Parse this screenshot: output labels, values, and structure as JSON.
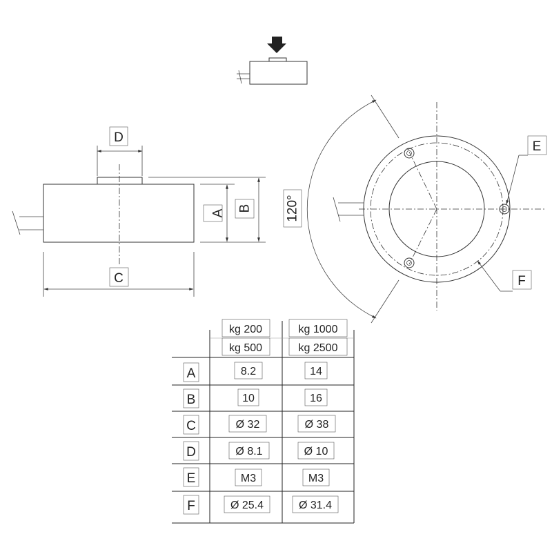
{
  "diagram": {
    "labels": {
      "D": "D",
      "A": "A",
      "B": "B",
      "C": "C",
      "E": "E",
      "F": "F",
      "angle": "120°"
    }
  },
  "table": {
    "headers": [
      {
        "line1": "kg 200",
        "line2": "kg 500"
      },
      {
        "line1": "kg 1000",
        "line2": "kg 2500"
      }
    ],
    "rows": [
      {
        "label": "A",
        "v1": "8.2",
        "v2": "14"
      },
      {
        "label": "B",
        "v1": "10",
        "v2": "16"
      },
      {
        "label": "C",
        "v1": "Ø 32",
        "v2": "Ø 38"
      },
      {
        "label": "D",
        "v1": "Ø 8.1",
        "v2": "Ø 10"
      },
      {
        "label": "E",
        "v1": "M3",
        "v2": "M3"
      },
      {
        "label": "F",
        "v1": "Ø 25.4",
        "v2": "Ø 31.4"
      }
    ]
  }
}
